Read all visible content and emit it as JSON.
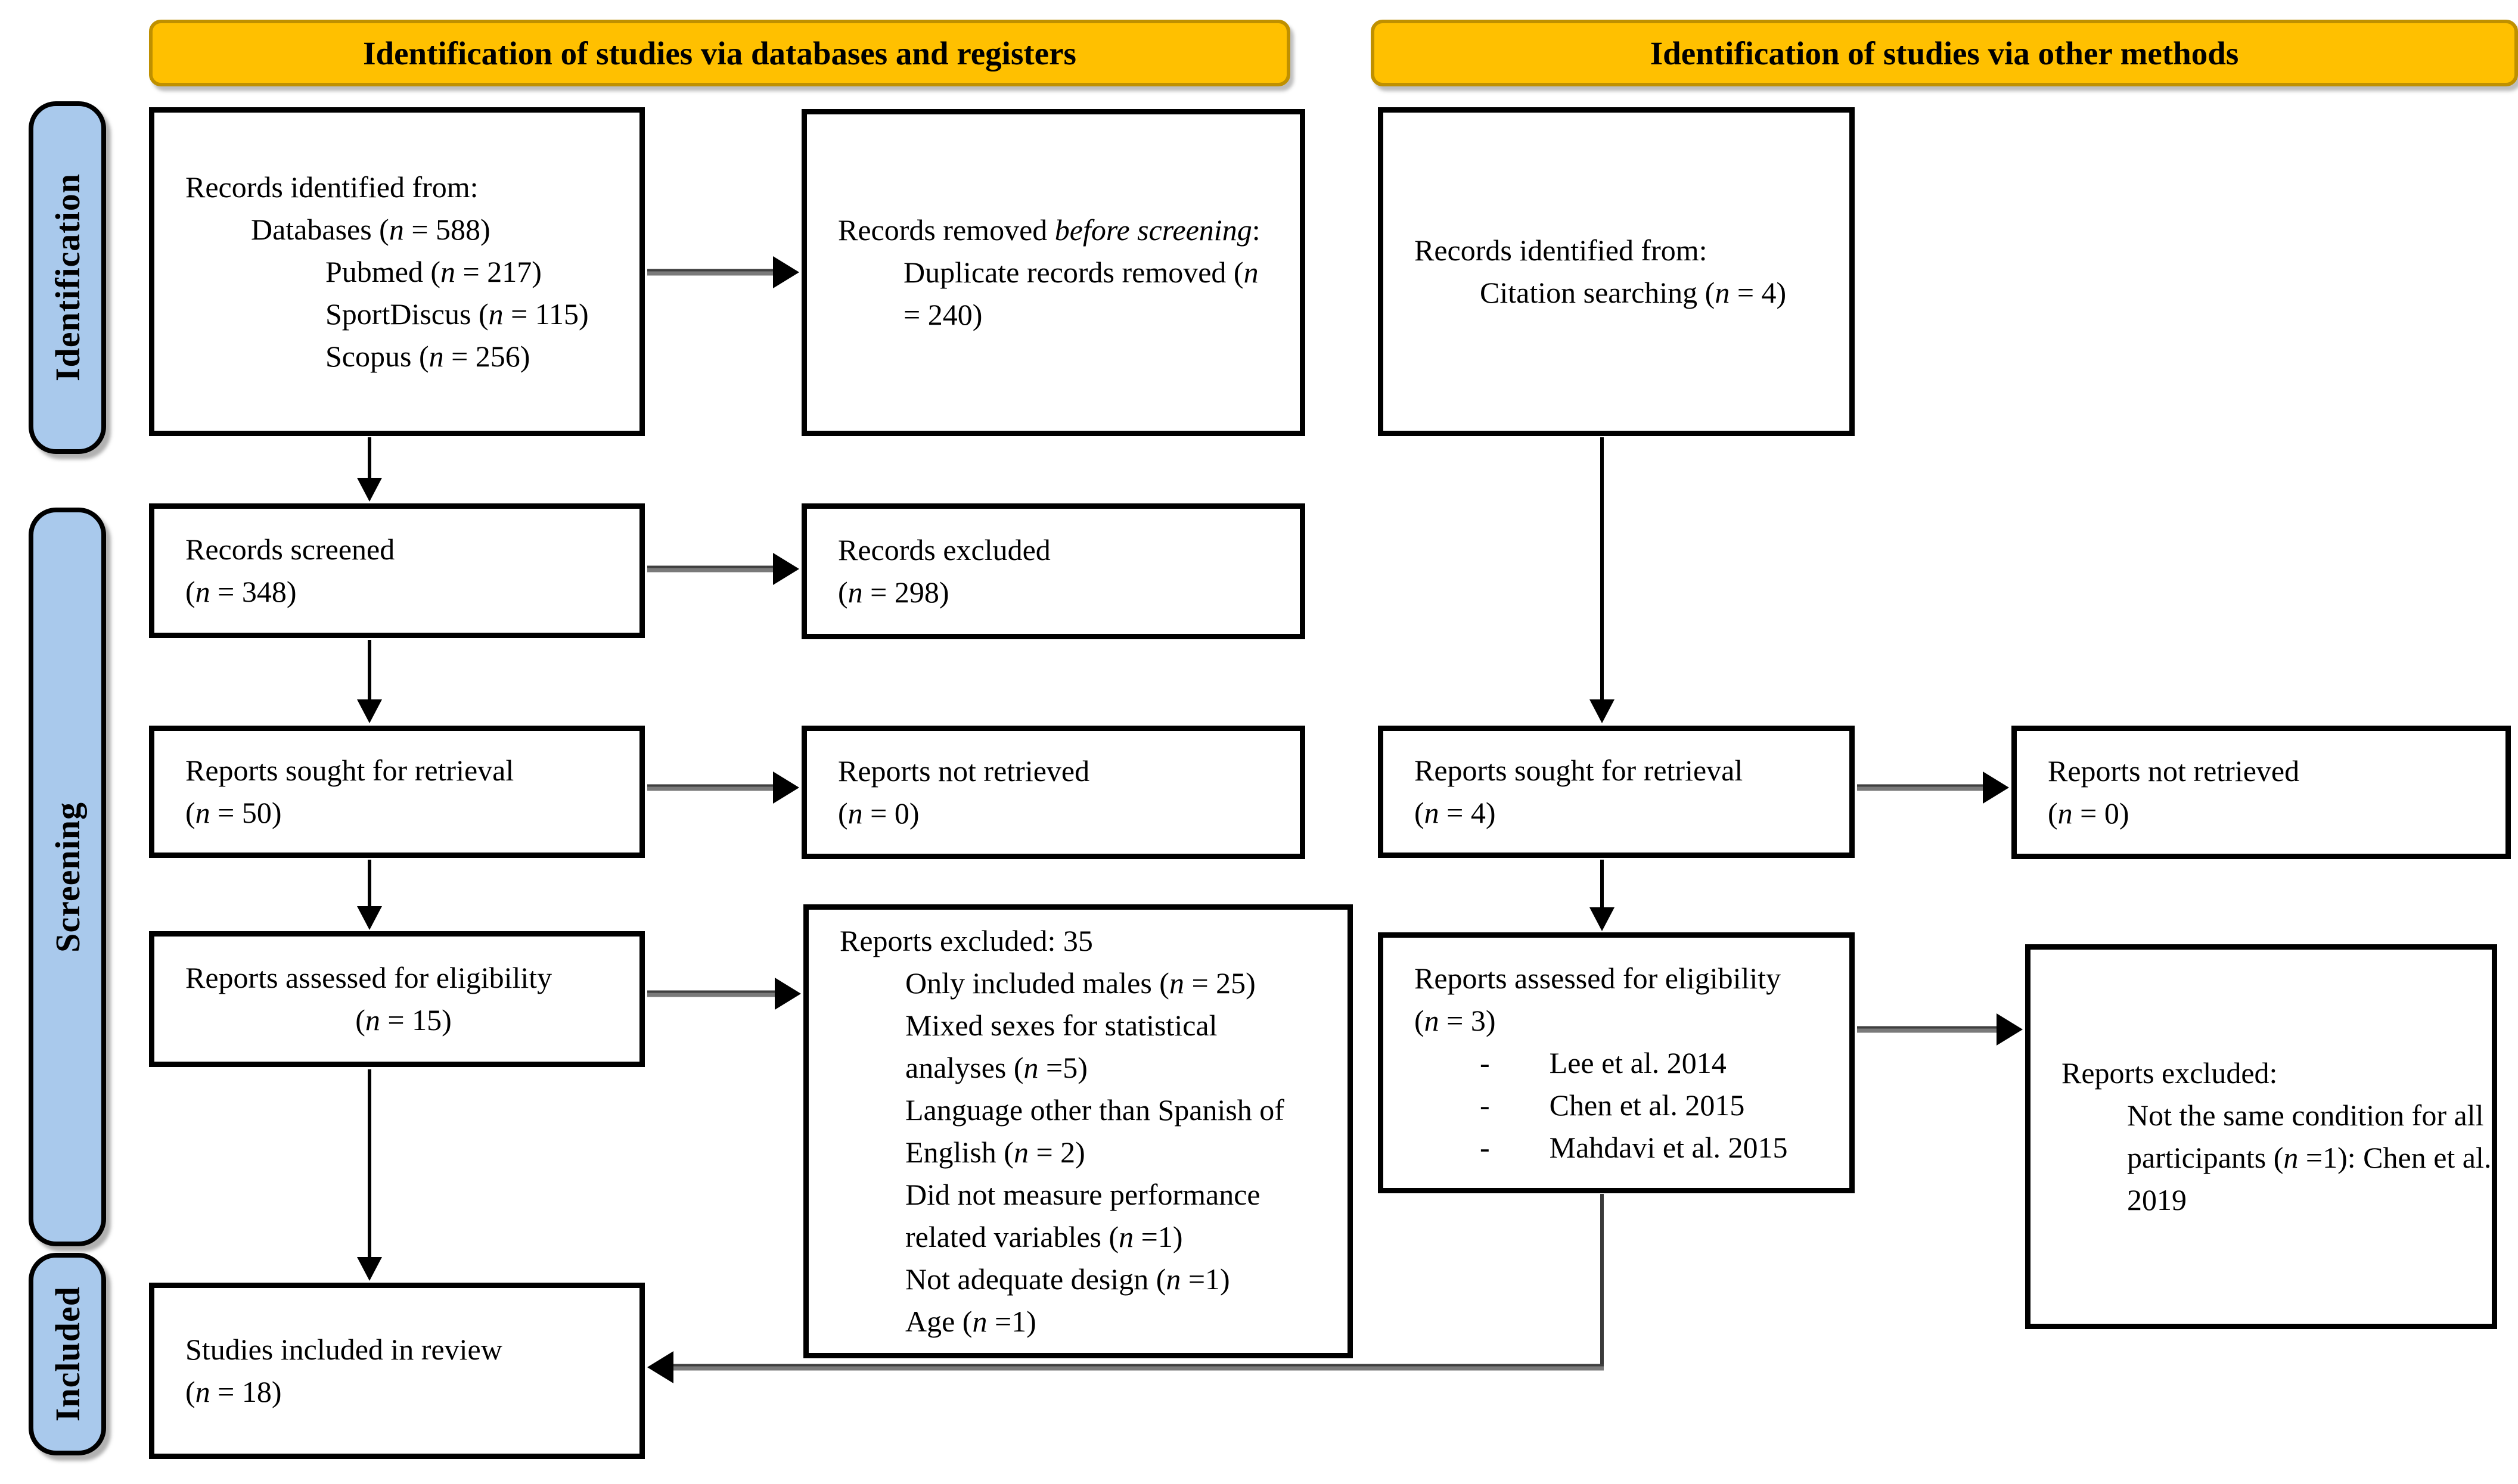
{
  "flow": {
    "headers": [
      {
        "label": "Identification of studies via databases and registers"
      },
      {
        "label": "Identification of studies via other methods"
      }
    ],
    "stages": [
      {
        "label": "Identification"
      },
      {
        "label": "Screening"
      },
      {
        "label": "Included"
      }
    ],
    "colors": {
      "header_bg": "#FFC000",
      "header_border": "#BF9000",
      "stage_bg": "#A9C9EC",
      "box_border": "#000000",
      "arrow_gray": "#7a7a7a"
    },
    "boxes": {
      "records_identified_db": {
        "lines": [
          {
            "t": "Records identified from:",
            "ind": 0
          },
          {
            "t": "Databases (<i>n</i> = 588)",
            "ind": 1
          },
          {
            "t": "Pubmed (<i>n</i> = 217)",
            "ind": 2
          },
          {
            "t": "SportDiscus (<i>n</i> = 115)",
            "ind": 2
          },
          {
            "t": "Scopus (<i>n</i> = 256)",
            "ind": 2
          }
        ]
      },
      "records_removed": {
        "lines": [
          {
            "t": "Records removed <i>before screening</i>:",
            "ind": 0
          },
          {
            "t": "Duplicate records removed (<i>n</i>",
            "ind": 1
          },
          {
            "t": "= 240)",
            "ind": 1
          }
        ]
      },
      "records_screened": {
        "lines": [
          {
            "t": "Records screened",
            "ind": 0
          },
          {
            "t": "(<i>n</i> = 348)",
            "ind": 0
          }
        ]
      },
      "records_excluded": {
        "lines": [
          {
            "t": "Records excluded",
            "ind": 0
          },
          {
            "t": "(<i>n</i> = 298)",
            "ind": 0
          }
        ]
      },
      "reports_sought_db": {
        "lines": [
          {
            "t": "Reports sought for retrieval",
            "ind": 0
          },
          {
            "t": "(<i>n</i> = 50)",
            "ind": 0
          }
        ]
      },
      "reports_not_retrieved_db": {
        "lines": [
          {
            "t": "Reports not retrieved",
            "ind": 0
          },
          {
            "t": "(<i>n</i> = 0)",
            "ind": 0
          }
        ]
      },
      "reports_assessed_db": {
        "lines": [
          {
            "t": "Reports assessed for eligibility",
            "ind": 0
          },
          {
            "t": "(<i>n</i> = 15)",
            "ind": 0,
            "center": true
          }
        ]
      },
      "reports_excluded_db": {
        "lines": [
          {
            "t": "Reports excluded: 35",
            "ind": 0
          },
          {
            "t": "Only included males (<i>n</i> = 25)",
            "ind": 1
          },
          {
            "t": "Mixed sexes for statistical",
            "ind": 1
          },
          {
            "t": "analyses (<i>n</i> =5)",
            "ind": 1
          },
          {
            "t": "Language other than Spanish of",
            "ind": 1
          },
          {
            "t": "English (<i>n</i> = 2)",
            "ind": 1
          },
          {
            "t": "Did not measure performance",
            "ind": 1
          },
          {
            "t": "related variables (<i>n</i> =1)",
            "ind": 1
          },
          {
            "t": "Not adequate design (<i>n</i> =1)",
            "ind": 1
          },
          {
            "t": "Age (<i>n</i> =1)",
            "ind": 1
          }
        ]
      },
      "studies_included": {
        "lines": [
          {
            "t": "Studies included in review",
            "ind": 0
          },
          {
            "t": "(<i>n</i> = 18)",
            "ind": 0
          }
        ]
      },
      "records_identified_other": {
        "lines": [
          {
            "t": "Records identified from:",
            "ind": 0
          },
          {
            "t": "Citation searching (<i>n</i> = 4)",
            "ind": 1
          }
        ]
      },
      "reports_sought_other": {
        "lines": [
          {
            "t": "Reports sought for retrieval",
            "ind": 0
          },
          {
            "t": "(<i>n</i> = 4)",
            "ind": 0
          }
        ]
      },
      "reports_not_retrieved_other": {
        "lines": [
          {
            "t": "Reports not retrieved",
            "ind": 0
          },
          {
            "t": "(<i>n</i> = 0)",
            "ind": 0
          }
        ]
      },
      "reports_assessed_other": {
        "lines": [
          {
            "t": "Reports assessed for eligibility",
            "ind": 0
          },
          {
            "t": "(<i>n</i> = 3)",
            "ind": 0
          },
          {
            "t": "-&emsp;&emsp;Lee et al. 2014",
            "ind": 1
          },
          {
            "t": "-&emsp;&emsp;Chen et al. 2015",
            "ind": 1
          },
          {
            "t": "-&emsp;&emsp;Mahdavi et al. 2015",
            "ind": 1
          }
        ]
      },
      "reports_excluded_other": {
        "lines": [
          {
            "t": "Reports excluded:",
            "ind": 0
          },
          {
            "t": "Not the same condition for all",
            "ind": 1
          },
          {
            "t": "participants (<i>n</i> =1): Chen et al.",
            "ind": 1
          },
          {
            "t": "2019",
            "ind": 1
          }
        ]
      }
    }
  }
}
